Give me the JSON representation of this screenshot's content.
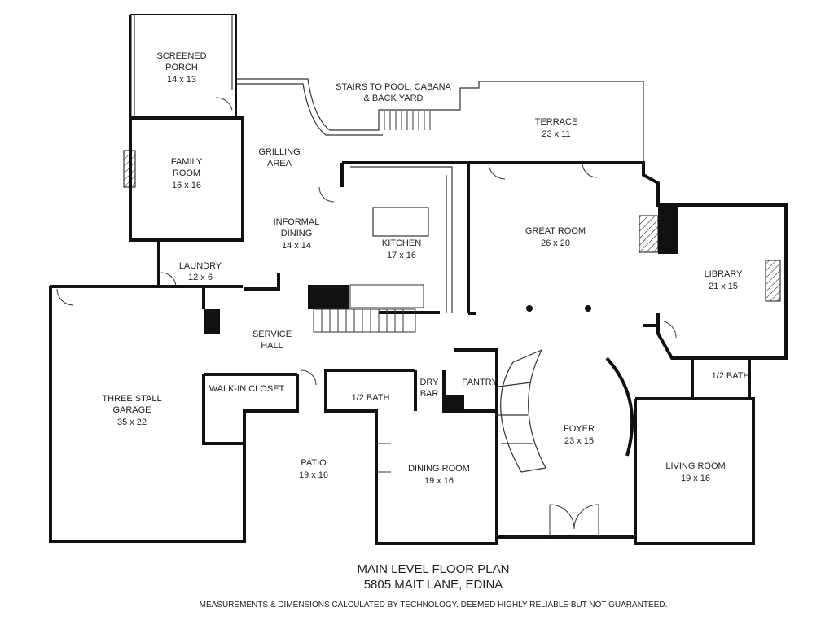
{
  "rooms": {
    "screened_porch": {
      "name": "SCREENED",
      "name2": "PORCH",
      "size": "14 x 13"
    },
    "stairs": {
      "line1": "STAIRS TO POOL, CABANA",
      "line2": "& BACK YARD"
    },
    "terrace": {
      "name": "TERRACE",
      "size": "23 x 11"
    },
    "family_room": {
      "name": "FAMILY",
      "name2": "ROOM",
      "size": "16 x 16"
    },
    "grilling_area": {
      "name": "GRILLING",
      "name2": "AREA"
    },
    "informal_dining": {
      "name": "INFORMAL",
      "name2": "DINING",
      "size": "14 x 14"
    },
    "kitchen": {
      "name": "KITCHEN",
      "size": "17 x 16"
    },
    "great_room": {
      "name": "GREAT ROOM",
      "size": "26 x 20"
    },
    "library": {
      "name": "LIBRARY",
      "size": "21 x 15"
    },
    "laundry": {
      "name": "LAUNDRY",
      "size": "12 x 6"
    },
    "service_hall": {
      "name": "SERVICE",
      "name2": "HALL"
    },
    "garage": {
      "name": "THREE STALL",
      "name2": "GARAGE",
      "size": "35 x 22"
    },
    "walk_in_closet": {
      "name": "WALK-IN CLOSET"
    },
    "half_bath_1": {
      "name": "1/2 BATH"
    },
    "dry_bar": {
      "name": "DRY",
      "name2": "BAR"
    },
    "pantry": {
      "name": "PANTRY"
    },
    "half_bath_2": {
      "name": "1/2 BATH"
    },
    "foyer": {
      "name": "FOYER",
      "size": "23 x 15"
    },
    "patio": {
      "name": "PATIO",
      "size": "19 x 16"
    },
    "dining_room": {
      "name": "DINING ROOM",
      "size": "19 x 16"
    },
    "living_room": {
      "name": "LIVING ROOM",
      "size": "19 x 16"
    }
  },
  "footer": {
    "title": "MAIN LEVEL FLOOR PLAN",
    "address": "5805 MAIT LANE, EDINA",
    "disclaimer": "MEASUREMENTS & DIMENSIONS CALCULATED BY TECHNOLOGY. DEEMED HIGHLY RELIABLE BUT NOT GUARANTEED."
  }
}
